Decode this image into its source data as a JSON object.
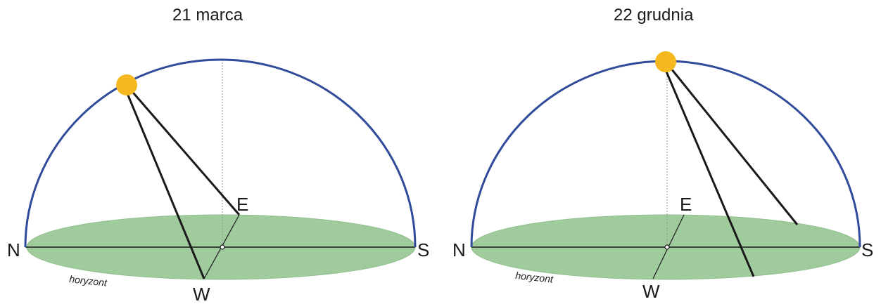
{
  "panels": [
    {
      "title": "21 marca",
      "labels": {
        "north": "N",
        "south": "S",
        "east": "E",
        "west": "W",
        "horizon": "horyzont"
      }
    },
    {
      "title": "22 grudnia",
      "labels": {
        "north": "N",
        "south": "S",
        "east": "E",
        "west": "W",
        "horizon": "horyzont"
      }
    }
  ],
  "colors": {
    "sky_arc": "#2f4b9a",
    "horizon_fill": "#9fcb9d",
    "sun": "#f6b81f",
    "sun_rays": "#1a1a1a"
  }
}
